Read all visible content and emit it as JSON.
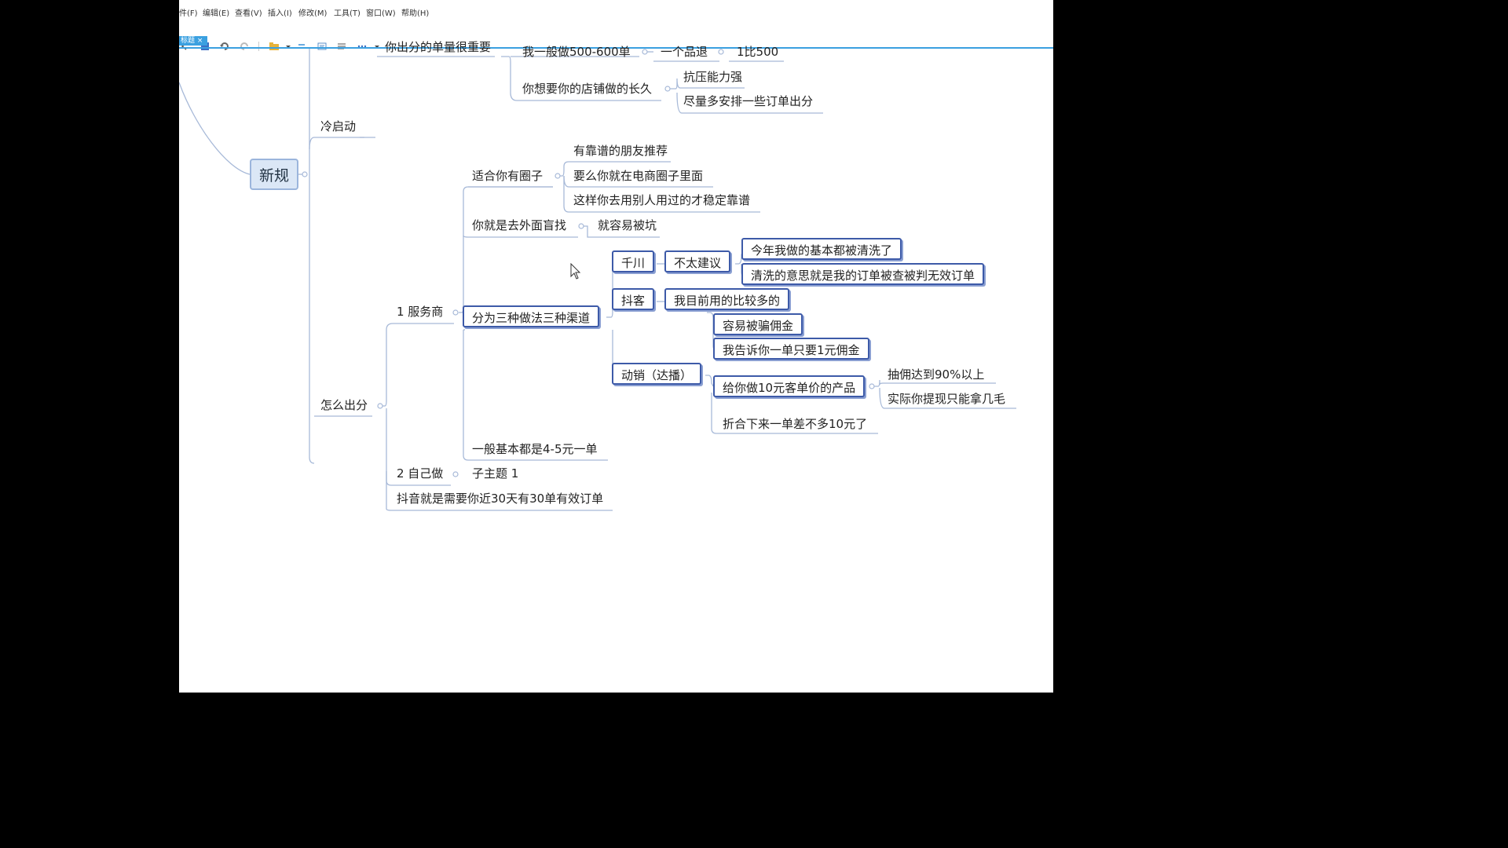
{
  "menubar": {
    "items": [
      "件(F)",
      "编辑(E)",
      "查看(V)",
      "插入(I)",
      "修改(M)",
      "工具(T)",
      "窗口(W)",
      "帮助(H)"
    ]
  },
  "toolbar": {
    "icons": [
      "back-icon",
      "save-icon",
      "undo-icon",
      "redo-icon",
      "folder-icon",
      "dropdown-icon",
      "link-icon",
      "note-icon",
      "layout-icon",
      "more-icon",
      "dropdown-icon"
    ]
  },
  "tab": {
    "label": "标题 ×"
  },
  "mindmap": {
    "root": "新规",
    "cold_start": "冷启动",
    "cold_start_children": {
      "cut_top": "你出分的单量很重要",
      "orders": "我一般做500-600单",
      "one_return": "一个品退",
      "ratio": "1比500",
      "long_term": "你想要你的店铺做的长久",
      "pressure": "抗压能力强",
      "arrange": "尽量多安排一些订单出分"
    },
    "how_score": "怎么出分",
    "service_provider": "1 服务商",
    "circle": "适合你有圈子",
    "circle_children": [
      "有靠谱的朋友推荐",
      "要么你就在电商圈子里面",
      "这样你去用别人用过的才稳定靠谱"
    ],
    "blind": "你就是去外面盲找",
    "blind_child": "就容易被坑",
    "three_channels": "分为三种做法三种渠道",
    "qianchuan": "千川",
    "not_recommend": "不太建议",
    "cleaned_1": "今年我做的基本都被清洗了",
    "cleaned_2": "清洗的意思就是我的订单被查被判无效订单",
    "douke": "抖客",
    "douke_child": "我目前用的比较多的",
    "cheated": "容易被骗佣金",
    "one_yuan": "我告诉你一单只要1元佣金",
    "dongxiao": "动销（达播）",
    "ten_yuan": "给你做10元客单价的产品",
    "commission_90": "抽佣达到90%以上",
    "actual": "实际你提现只能拿几毛",
    "almost_ten": "折合下来一单差不多10元了",
    "general_price": "一般基本都是4-5元一单",
    "self_do": "2 自己做",
    "subtopic": "子主题 1",
    "douyin_req": "抖音就是需要你近30天有30单有效订单"
  },
  "colors": {
    "line": "#a7b9d8",
    "box_border": "#3d5aa8",
    "root_bg": "#dbe7f6",
    "tab_accent": "#3aa0e0"
  }
}
